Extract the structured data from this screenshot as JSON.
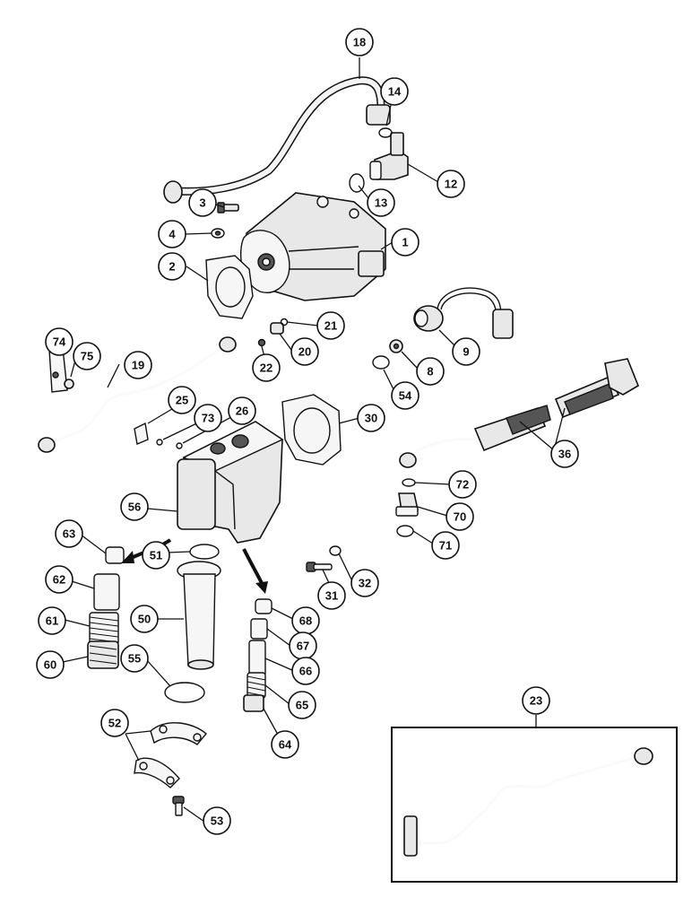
{
  "callouts": {
    "c1": "1",
    "c2": "2",
    "c3": "3",
    "c4": "4",
    "c8": "8",
    "c9": "9",
    "c12": "12",
    "c13": "13",
    "c14": "14",
    "c18": "18",
    "c19": "19",
    "c20": "20",
    "c21": "21",
    "c22": "22",
    "c23": "23",
    "c25": "25",
    "c26": "26",
    "c30": "30",
    "c31": "31",
    "c32": "32",
    "c36": "36",
    "c50": "50",
    "c51": "51",
    "c52": "52",
    "c53": "53",
    "c54": "54",
    "c55": "55",
    "c56": "56",
    "c60": "60",
    "c61": "61",
    "c62": "62",
    "c63": "63",
    "c64": "64",
    "c65": "65",
    "c66": "66",
    "c67": "67",
    "c68": "68",
    "c70": "70",
    "c71": "71",
    "c72": "72",
    "c73": "73",
    "c74": "74",
    "c75": "75"
  }
}
